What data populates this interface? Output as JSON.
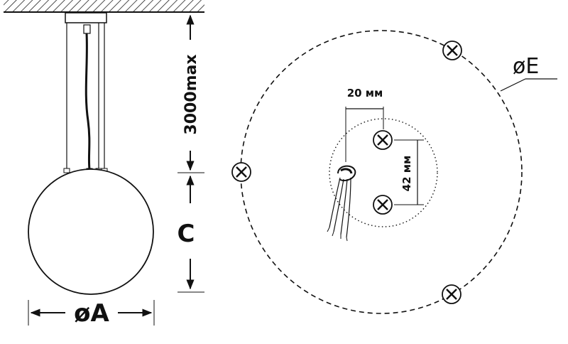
{
  "labels": {
    "diameter_a": "øA",
    "height_c": "C",
    "suspension_length": "3000max",
    "diameter_e": "øE",
    "hole_spacing_horizontal": "20 мм",
    "hole_spacing_vertical": "42 мм"
  }
}
